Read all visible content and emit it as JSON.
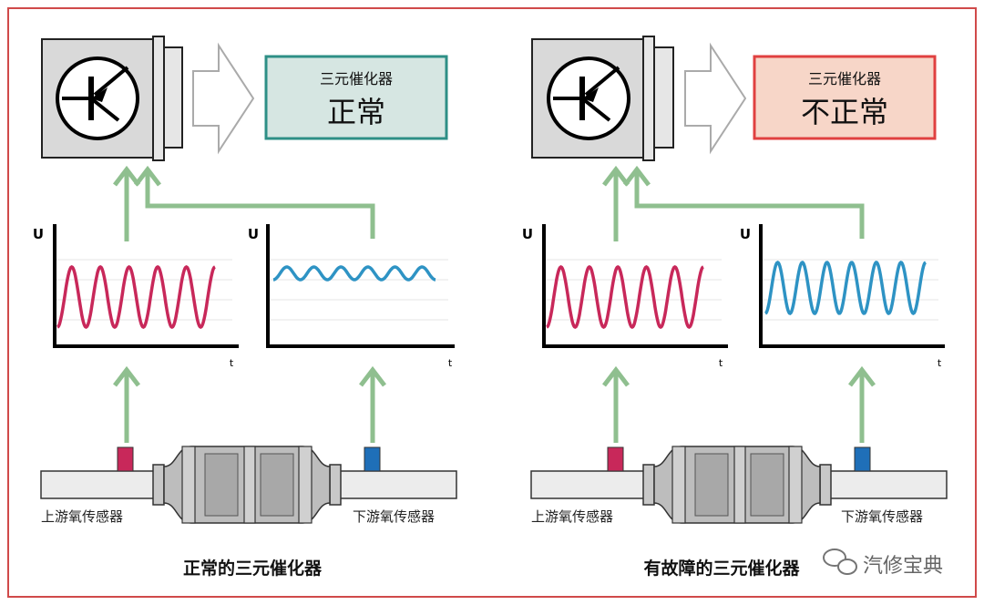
{
  "panels": [
    {
      "status_title": "三元催化器",
      "status_value": "正常",
      "upstream_label": "上游氧传感器",
      "downstream_label": "下游氧传感器",
      "caption": "正常的三元催化器",
      "graph_up": {
        "ylabel": "U",
        "xlabel": "t",
        "color": "#c8285a"
      },
      "graph_down": {
        "ylabel": "U",
        "xlabel": "t",
        "color": "#2e93c4"
      },
      "box_fill": "#d6e6e2",
      "box_stroke": "#2e8f86"
    },
    {
      "status_title": "三元催化器",
      "status_value": "不正常",
      "upstream_label": "上游氧传感器",
      "downstream_label": "下游氧传感器",
      "caption": "有故障的三元催化器",
      "graph_up": {
        "ylabel": "U",
        "xlabel": "t",
        "color": "#c8285a"
      },
      "graph_down": {
        "ylabel": "U",
        "xlabel": "t",
        "color": "#2e93c4"
      },
      "box_fill": "#f7d6c8",
      "box_stroke": "#e04040"
    }
  ],
  "watermark": "汽修宝典",
  "colors": {
    "frame": "#d04a4a",
    "connector": "#8fbf8f",
    "upstream_sensor": "#c8285a",
    "downstream_sensor": "#1f6fb8"
  }
}
